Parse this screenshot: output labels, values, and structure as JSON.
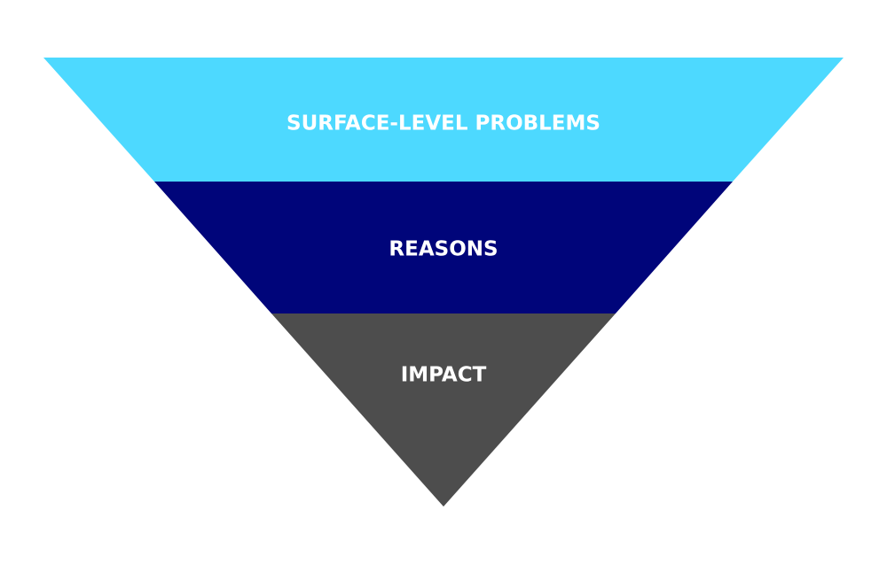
{
  "diagram": {
    "type": "inverted-pyramid",
    "levels": [
      {
        "label": "SURFACE-LEVEL PROBLEMS",
        "color": "#4DD9FF"
      },
      {
        "label": "REASONS",
        "color": "#00057A"
      },
      {
        "label": "IMPACT",
        "color": "#4D4D4D"
      }
    ]
  }
}
